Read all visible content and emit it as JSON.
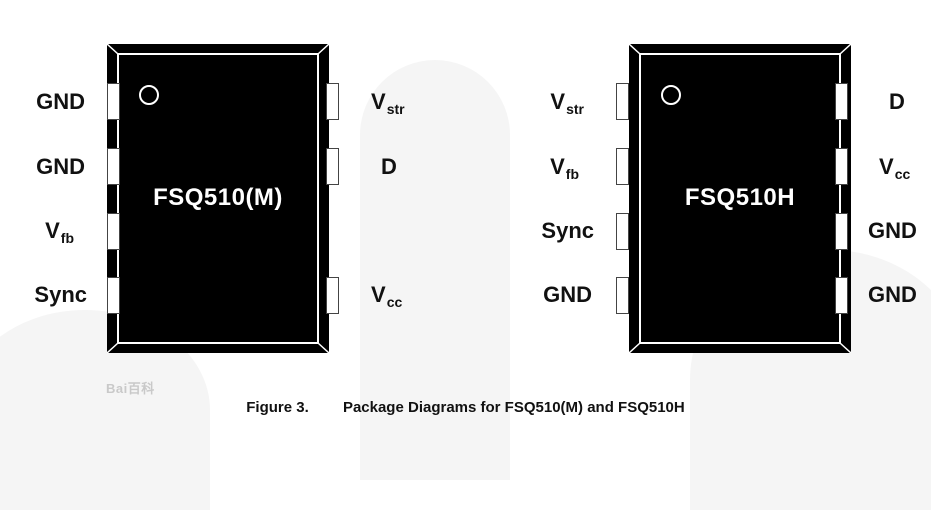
{
  "packages": [
    {
      "name": "FSQ510(M)",
      "left_pins": [
        {
          "main": "GND",
          "sub": ""
        },
        {
          "main": "GND",
          "sub": ""
        },
        {
          "main": "V",
          "sub": "fb"
        },
        {
          "main": "Sync",
          "sub": ""
        }
      ],
      "right_pins": [
        {
          "main": "V",
          "sub": "str"
        },
        {
          "main": "D",
          "sub": ""
        },
        {
          "main": "V",
          "sub": "cc"
        }
      ]
    },
    {
      "name": "FSQ510H",
      "left_pins": [
        {
          "main": "V",
          "sub": "str"
        },
        {
          "main": "V",
          "sub": "fb"
        },
        {
          "main": "Sync",
          "sub": ""
        },
        {
          "main": "GND",
          "sub": ""
        }
      ],
      "right_pins": [
        {
          "main": "D",
          "sub": ""
        },
        {
          "main": "V",
          "sub": "cc"
        },
        {
          "main": "GND",
          "sub": ""
        },
        {
          "main": "GND",
          "sub": ""
        }
      ]
    }
  ],
  "caption": {
    "figure": "Figure 3.",
    "title": "Package Diagrams for FSQ510(M) and FSQ510H"
  },
  "watermark": "Bai百科"
}
